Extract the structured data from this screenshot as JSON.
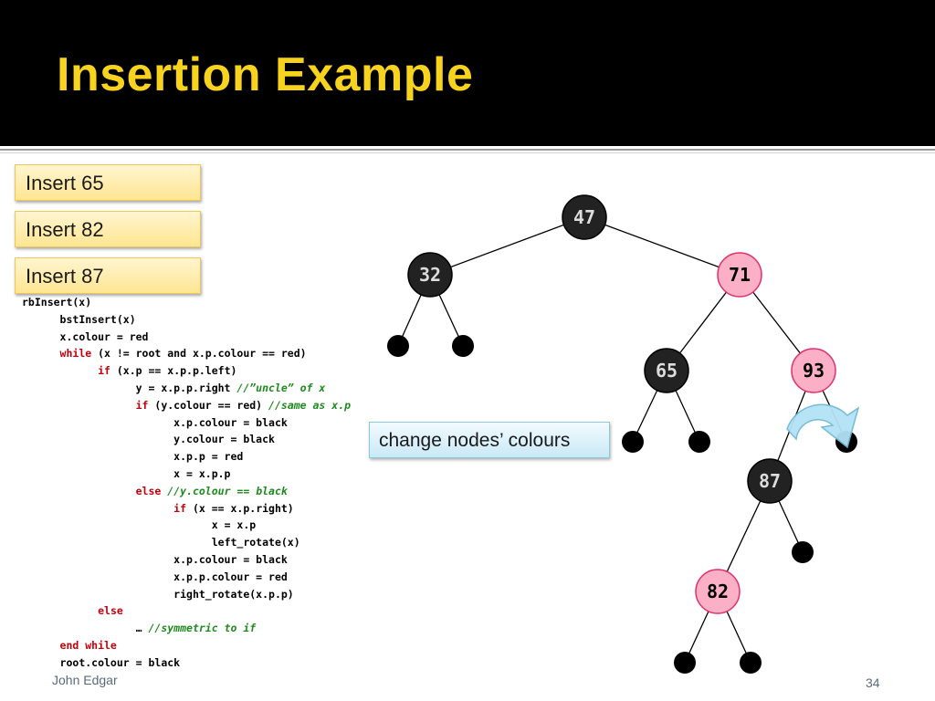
{
  "slide": {
    "title": "Insertion Example",
    "footer_author": "John Edgar",
    "page_number": "34"
  },
  "steps": [
    {
      "label": "Insert 65"
    },
    {
      "label": "Insert 82"
    },
    {
      "label": "Insert 87"
    }
  ],
  "callout": {
    "text": "change nodes’ colours"
  },
  "code": {
    "lines": [
      {
        "indent": 0,
        "parts": [
          {
            "t": "rbInsert(x)",
            "c": "n"
          }
        ]
      },
      {
        "indent": 1,
        "parts": [
          {
            "t": "bstInsert(x)",
            "c": "n"
          }
        ]
      },
      {
        "indent": 1,
        "parts": [
          {
            "t": "x.colour = red",
            "c": "n"
          }
        ]
      },
      {
        "indent": 1,
        "parts": [
          {
            "t": "while",
            "c": "kw"
          },
          {
            "t": " (x != root and x.p.colour == red)",
            "c": "n"
          }
        ]
      },
      {
        "indent": 2,
        "parts": [
          {
            "t": "if",
            "c": "kw"
          },
          {
            "t": " (x.p == x.p.p.left)",
            "c": "n"
          }
        ]
      },
      {
        "indent": 3,
        "parts": [
          {
            "t": "y = x.p.p.right ",
            "c": "n"
          },
          {
            "t": "//”uncle” of x",
            "c": "cm"
          }
        ]
      },
      {
        "indent": 3,
        "parts": [
          {
            "t": "if",
            "c": "kw"
          },
          {
            "t": " (y.colour == red) ",
            "c": "n"
          },
          {
            "t": "//same as x.p",
            "c": "cm"
          }
        ]
      },
      {
        "indent": 4,
        "parts": [
          {
            "t": "x.p.colour = black",
            "c": "n"
          }
        ]
      },
      {
        "indent": 4,
        "parts": [
          {
            "t": "y.colour = black",
            "c": "n"
          }
        ]
      },
      {
        "indent": 4,
        "parts": [
          {
            "t": "x.p.p = red",
            "c": "n"
          }
        ]
      },
      {
        "indent": 4,
        "parts": [
          {
            "t": "x = x.p.p",
            "c": "n"
          }
        ]
      },
      {
        "indent": 3,
        "parts": [
          {
            "t": "else",
            "c": "kw"
          },
          {
            "t": " ",
            "c": "n"
          },
          {
            "t": "//y.colour == black",
            "c": "cm"
          }
        ]
      },
      {
        "indent": 4,
        "parts": [
          {
            "t": "if",
            "c": "kw"
          },
          {
            "t": " (x == x.p.right)",
            "c": "n"
          }
        ]
      },
      {
        "indent": 5,
        "parts": [
          {
            "t": "x = x.p",
            "c": "n"
          }
        ]
      },
      {
        "indent": 5,
        "parts": [
          {
            "t": "left_rotate(x)",
            "c": "n"
          }
        ]
      },
      {
        "indent": 4,
        "parts": [
          {
            "t": "x.p.colour = black",
            "c": "n"
          }
        ]
      },
      {
        "indent": 4,
        "parts": [
          {
            "t": "x.p.p.colour = red",
            "c": "n"
          }
        ]
      },
      {
        "indent": 4,
        "parts": [
          {
            "t": "right_rotate(x.p.p)",
            "c": "n"
          }
        ]
      },
      {
        "indent": 2,
        "parts": [
          {
            "t": "else",
            "c": "kw"
          }
        ]
      },
      {
        "indent": 3,
        "parts": [
          {
            "t": "… ",
            "c": "n"
          },
          {
            "t": "//symmetric to if",
            "c": "cm"
          }
        ]
      },
      {
        "indent": 1,
        "parts": [
          {
            "t": "end while",
            "c": "kw"
          }
        ]
      },
      {
        "indent": 1,
        "parts": [
          {
            "t": "root.colour = black",
            "c": "n"
          }
        ]
      }
    ]
  },
  "tree": {
    "colors": {
      "black_node": "#222222",
      "red_node": "#fbb0c7",
      "red_stroke": "#e0306a",
      "edge": "#000000",
      "arrow": "#a9ddf2"
    },
    "nodes": [
      {
        "id": "n47",
        "key": "47",
        "colour": "black"
      },
      {
        "id": "n32",
        "key": "32",
        "colour": "black"
      },
      {
        "id": "n71",
        "key": "71",
        "colour": "red"
      },
      {
        "id": "n65",
        "key": "65",
        "colour": "black"
      },
      {
        "id": "n93",
        "key": "93",
        "colour": "red"
      },
      {
        "id": "n87",
        "key": "87",
        "colour": "black"
      },
      {
        "id": "n82",
        "key": "82",
        "colour": "red"
      }
    ],
    "edges": [
      [
        "n47",
        "n32"
      ],
      [
        "n47",
        "n71"
      ],
      [
        "n32",
        "l1"
      ],
      [
        "n32",
        "l2"
      ],
      [
        "n71",
        "n65"
      ],
      [
        "n71",
        "n93"
      ],
      [
        "n65",
        "l3"
      ],
      [
        "n65",
        "l4"
      ],
      [
        "n93",
        "n87"
      ],
      [
        "n93",
        "l5"
      ],
      [
        "n87",
        "n82"
      ],
      [
        "n87",
        "l6"
      ],
      [
        "n82",
        "l7"
      ],
      [
        "n82",
        "l8"
      ]
    ],
    "rotation_icon": "rotate-right-arrow-icon"
  }
}
